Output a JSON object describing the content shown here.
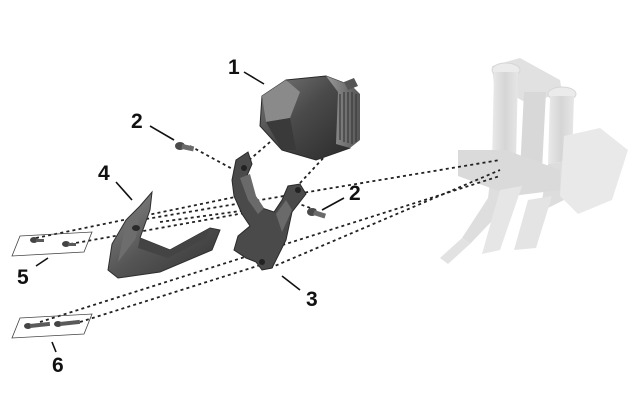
{
  "diagram": {
    "colors": {
      "background": "#ffffff",
      "part_dark": "#3a3a3a",
      "part_mid": "#595959",
      "part_light": "#8a8a8a",
      "fork_ghost": "#d6d6d6",
      "line": "#111111"
    },
    "callouts": [
      {
        "id": "headlight",
        "number": "1"
      },
      {
        "id": "bolt-top-left",
        "number": "2"
      },
      {
        "id": "bolt-right",
        "number": "2"
      },
      {
        "id": "bracket",
        "number": "3"
      },
      {
        "id": "cover",
        "number": "4"
      },
      {
        "id": "screw-pair-upper",
        "number": "5"
      },
      {
        "id": "screw-pair-lower",
        "number": "6"
      }
    ]
  }
}
